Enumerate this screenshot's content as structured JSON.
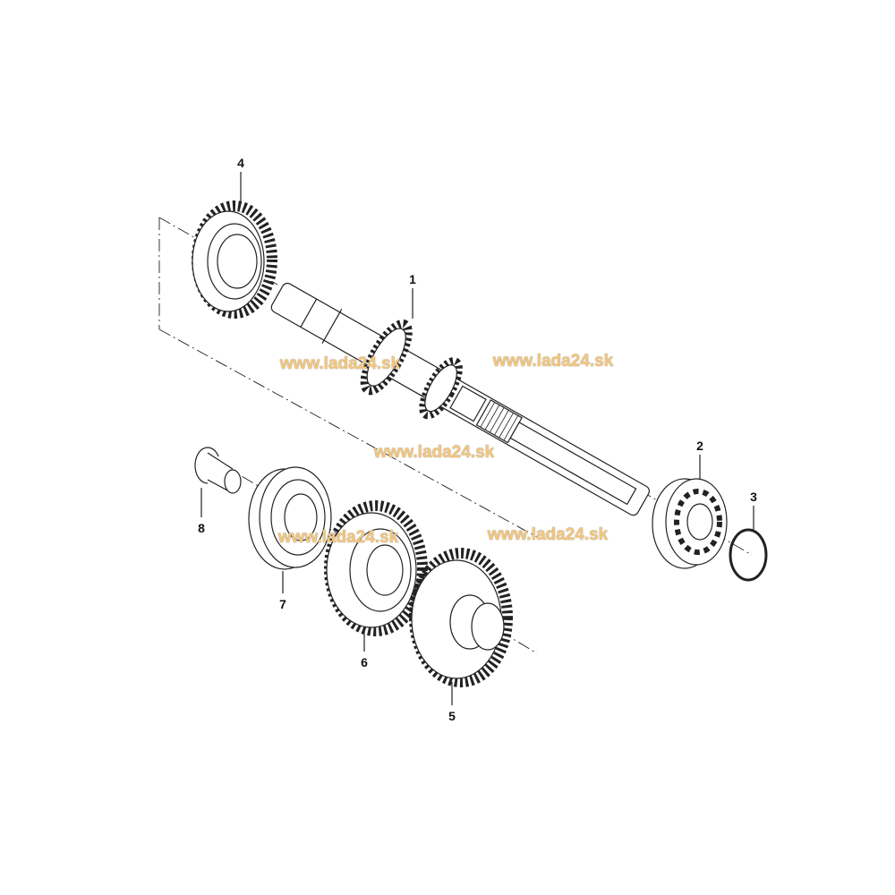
{
  "callouts": [
    {
      "number": "1",
      "part": "shaft"
    },
    {
      "number": "2",
      "part": "bearing"
    },
    {
      "number": "3",
      "part": "retaining-ring"
    },
    {
      "number": "4",
      "part": "gear"
    },
    {
      "number": "5",
      "part": "gear"
    },
    {
      "number": "6",
      "part": "gear"
    },
    {
      "number": "7",
      "part": "bearing"
    },
    {
      "number": "8",
      "part": "bushing"
    }
  ],
  "watermark": "www.lada24.sk",
  "colors": {
    "watermark": "#f5c77a",
    "line": "#222222"
  }
}
